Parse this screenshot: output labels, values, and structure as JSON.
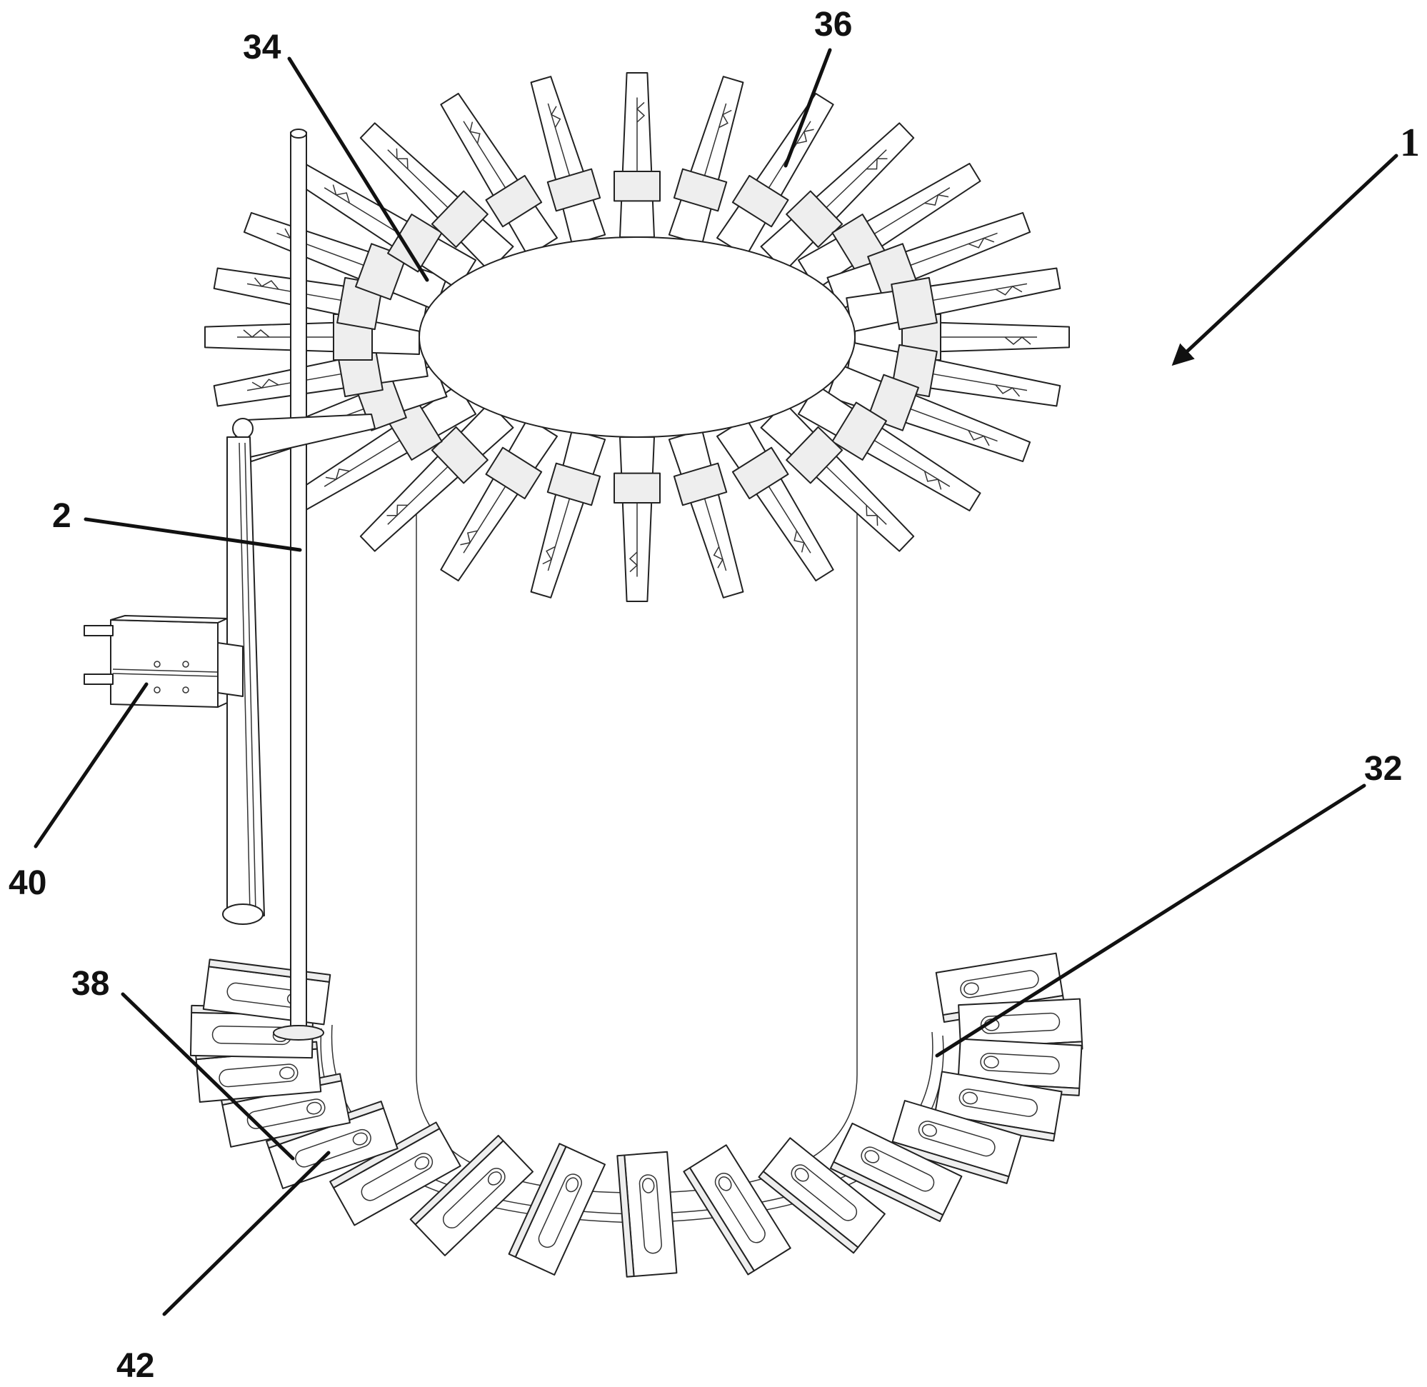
{
  "figure": {
    "labels": {
      "ref_1": "1",
      "ref_2": "2",
      "ref_32": "32",
      "ref_34": "34",
      "ref_36": "36",
      "ref_38": "38",
      "ref_40": "40",
      "ref_42": "42"
    }
  },
  "icons": {
    "arrow": "arrow-icon"
  },
  "colors": {
    "line": "#222222",
    "background": "#ffffff"
  }
}
